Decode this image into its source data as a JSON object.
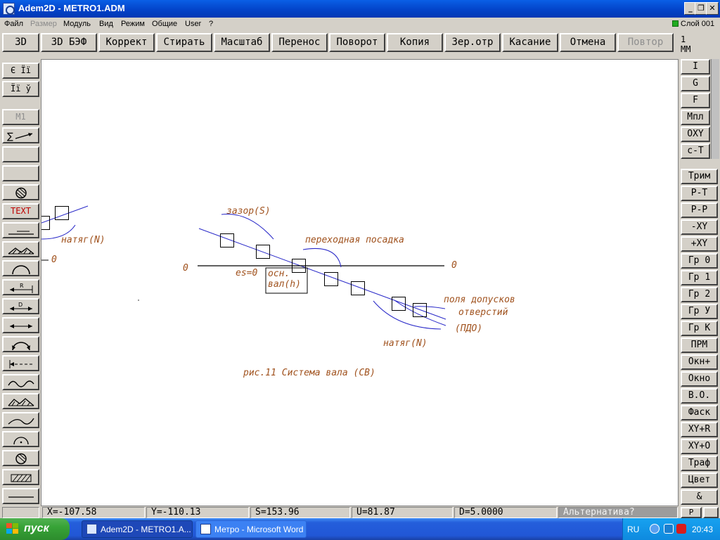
{
  "window": {
    "title": "Adem2D - METRO1.ADM"
  },
  "menu": [
    {
      "label": "Файл",
      "disabled": false
    },
    {
      "label": "Размер",
      "disabled": true
    },
    {
      "label": "Модуль",
      "disabled": false
    },
    {
      "label": "Вид",
      "disabled": false
    },
    {
      "label": "Режим",
      "disabled": false
    },
    {
      "label": "Общие",
      "disabled": false
    },
    {
      "label": "User",
      "disabled": false
    },
    {
      "label": "?",
      "disabled": false
    }
  ],
  "layer_label": "Слой 001",
  "toolbar": [
    {
      "label": "3D"
    },
    {
      "label": "3D БЭФ"
    },
    {
      "label": "Коррект"
    },
    {
      "label": "Стирать"
    },
    {
      "label": "Масштаб"
    },
    {
      "label": "Перенос"
    },
    {
      "label": "Поворот"
    },
    {
      "label": "Копия"
    },
    {
      "label": "Зер.отр"
    },
    {
      "label": "Касание"
    },
    {
      "label": "Отмена"
    },
    {
      "label": "Повтор",
      "disabled": true
    }
  ],
  "scale": {
    "value": "1",
    "unit": "ММ"
  },
  "left_tools": [
    {
      "label": "Є Її",
      "icon": ""
    },
    {
      "label": "Її ў",
      "icon": ""
    },
    {
      "label": "М1",
      "icon": "",
      "disabled": true
    },
    {
      "label": "",
      "icon": "sum-arrow-icon"
    },
    {
      "label": "",
      "icon": ""
    },
    {
      "label": "",
      "icon": ""
    },
    {
      "label": "",
      "icon": "hatched-circle-icon"
    },
    {
      "label": "TEXT",
      "icon": "",
      "color": "#c00000"
    },
    {
      "label": "",
      "icon": "line-tool-icon"
    },
    {
      "label": "",
      "icon": "hatch-tool-icon"
    },
    {
      "label": "",
      "icon": "arc-tool-icon"
    },
    {
      "label": "",
      "icon": "radius-dim-icon"
    },
    {
      "label": "",
      "icon": "diameter-dim-icon"
    },
    {
      "label": "",
      "icon": "linear-dim-icon"
    },
    {
      "label": "",
      "icon": "angular-dim-icon"
    },
    {
      "label": "",
      "icon": "axis-dim-icon"
    },
    {
      "label": "",
      "icon": "wave-line-icon"
    },
    {
      "label": "",
      "icon": "hatch-fill-icon"
    },
    {
      "label": "",
      "icon": "spline-icon"
    },
    {
      "label": "",
      "icon": "arc-center-icon"
    },
    {
      "label": "",
      "icon": "crossed-circle-icon"
    },
    {
      "label": "",
      "icon": "hatch-rect-icon"
    },
    {
      "label": "",
      "icon": "line-icon"
    }
  ],
  "right_tools_top": [
    {
      "label": "I"
    },
    {
      "label": "G"
    },
    {
      "label": "F"
    },
    {
      "label": "Мпл"
    },
    {
      "label": "ОXY"
    },
    {
      "label": "с-Т"
    }
  ],
  "right_tools": [
    {
      "label": "Трим"
    },
    {
      "label": "Р-Т"
    },
    {
      "label": "Р-Р"
    },
    {
      "label": "-XY"
    },
    {
      "label": "+XY"
    },
    {
      "label": "Гр 0"
    },
    {
      "label": "Гр 1"
    },
    {
      "label": "Гр 2"
    },
    {
      "label": "Гр У"
    },
    {
      "label": "Гр К"
    },
    {
      "label": "ПРМ"
    },
    {
      "label": "Окн+"
    },
    {
      "label": "Окно"
    },
    {
      "label": "В.О."
    },
    {
      "label": "Фаск"
    },
    {
      "label": "XY+R"
    },
    {
      "label": "XY+O"
    },
    {
      "label": "Траф"
    },
    {
      "label": "Цвет"
    },
    {
      "label": "&"
    }
  ],
  "drawing": {
    "labels": {
      "natyag_left": "натяг(N)",
      "zero_left": "0",
      "zazor": "зазор(S)",
      "perekhodnaya": "переходная посадка",
      "zero_line_left": "0",
      "es": "es=0",
      "osn_val_1": "осн.",
      "osn_val_2": "вал(h)",
      "zero_line_right": "0",
      "polya_1": "поля допусков",
      "polya_2": "отверстий",
      "pdo": "(ПДО)",
      "natyag_right": "натяг(N)",
      "caption": "рис.11 Система вала (СВ)"
    },
    "colors": {
      "line": "#2828c8",
      "text": "#a0521e",
      "axis": "#000000"
    }
  },
  "status": {
    "x": "X=-107.58",
    "y": "Y=-110.13",
    "s": "S=153.96",
    "u": "U=81.87",
    "d": "D=5.0000",
    "alt": "Альтернатива?"
  },
  "taskbar": {
    "start_label": "пуск",
    "tasks": [
      {
        "label": "Adem2D - METRO1.A...",
        "active": true
      },
      {
        "label": "Метро - Microsoft Word",
        "active": false
      }
    ],
    "lang": "RU",
    "time": "20:43"
  }
}
